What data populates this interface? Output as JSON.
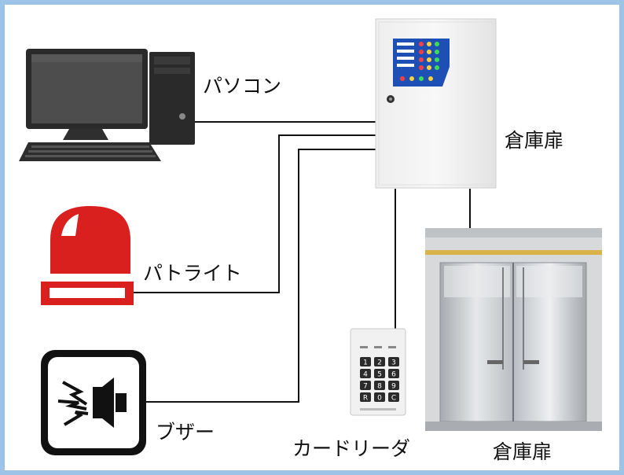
{
  "labels": {
    "pc": "パソコン",
    "controller": "倉庫扉",
    "patlite": "パトライト",
    "buzzer": "ブザー",
    "card_reader": "カードリーダ",
    "door": "倉庫扉"
  },
  "keypad": {
    "keys": [
      "1",
      "2",
      "3",
      "4",
      "5",
      "6",
      "7",
      "8",
      "9",
      "R",
      "0",
      "C"
    ]
  },
  "colors": {
    "frame": "#9dc3e6",
    "wire": "#111111",
    "beacon_red": "#d9201e",
    "panel_blue": "#1e4fb4",
    "steel": "#c9ccd0"
  },
  "icons": {
    "pc": "desktop-computer-icon",
    "controller": "control-panel-icon",
    "patlite": "warning-beacon-icon",
    "buzzer": "buzzer-icon",
    "card_reader": "card-reader-keypad-icon",
    "door": "warehouse-door-icon"
  }
}
